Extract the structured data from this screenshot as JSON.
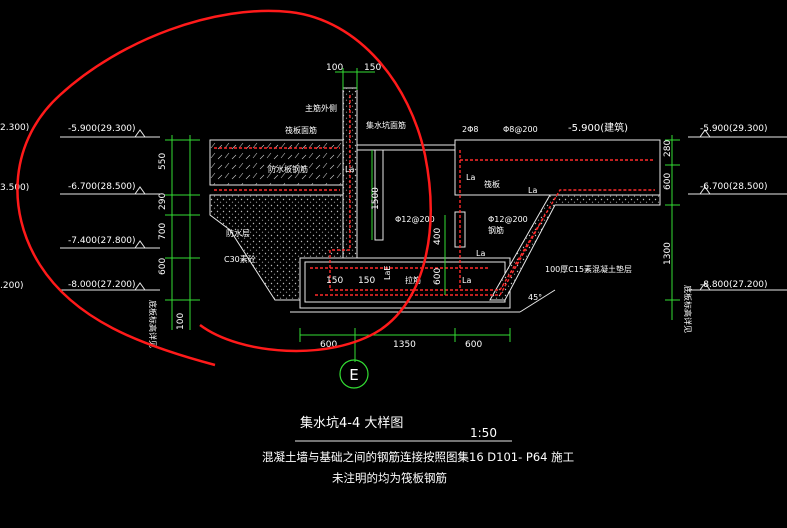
{
  "colors": {
    "background": "#000000",
    "line_white": "#e8e8e8",
    "dim_green": "#33dd33",
    "rebar_red": "#ff2a2a",
    "annotation_red": "#ff1a1a",
    "text_white": "#ffffff"
  },
  "left_elevations": [
    {
      "cut": "2.300)",
      "label": "-5.900(29.300)"
    },
    {
      "cut": "3.500)",
      "label": "-6.700(28.500)"
    },
    {
      "cut": "",
      "label": "-7.400(27.800)"
    },
    {
      "cut": ".200)",
      "label": "-8.000(27.200)"
    }
  ],
  "right_elevations": [
    {
      "label": "-5.900(29.300)"
    },
    {
      "label": "-6.700(28.500)"
    },
    {
      "label": "-8.800(27.200)"
    }
  ],
  "dims_left": [
    "550",
    "290",
    "700",
    "600",
    "100"
  ],
  "dims_top": [
    "100",
    "150"
  ],
  "dims_vertical_mid": [
    "1500",
    "400",
    "600"
  ],
  "dims_right": [
    "280",
    "600",
    "1300"
  ],
  "dims_bottom": [
    "600",
    "1350",
    "600"
  ],
  "dims_bottom_small": [
    "150",
    "150"
  ],
  "labels": {
    "main_rebar": "主筋外侧",
    "raft_top": "筏板面筋",
    "sump_wall": "集水坑面筋",
    "waterproof_outer": "防水板钢筋",
    "waterproof": "防水层",
    "c30": "C30素砼",
    "bar_2phi8": "2Φ8",
    "bar_phi8_200": "Φ8@200",
    "bar_phi12_200a": "Φ12@200",
    "bar_phi12_200b": "Φ12@200",
    "steel_bar": "钢筋",
    "floor_mark": "-5.900(建筑)",
    "la_1": "La",
    "la_2": "La",
    "la_3": "La",
    "la_4": "La",
    "la_5": "La",
    "lae": "LaE",
    "tie": "拉筋",
    "raft_right": "筏板",
    "cushion": "100厚C15素混凝土垫层",
    "angle": "45°",
    "left_vertical_note": "底板标高详见",
    "right_vertical_note": "底板标高详见"
  },
  "axis_marker": "E",
  "title": "集水坑4-4 大样图",
  "scale": "1:50",
  "note_line1": "混凝土墙与基础之间的钢筋连接按照图集16 D101- P64 施工",
  "note_line2": "未注明的均为筏板钢筋"
}
